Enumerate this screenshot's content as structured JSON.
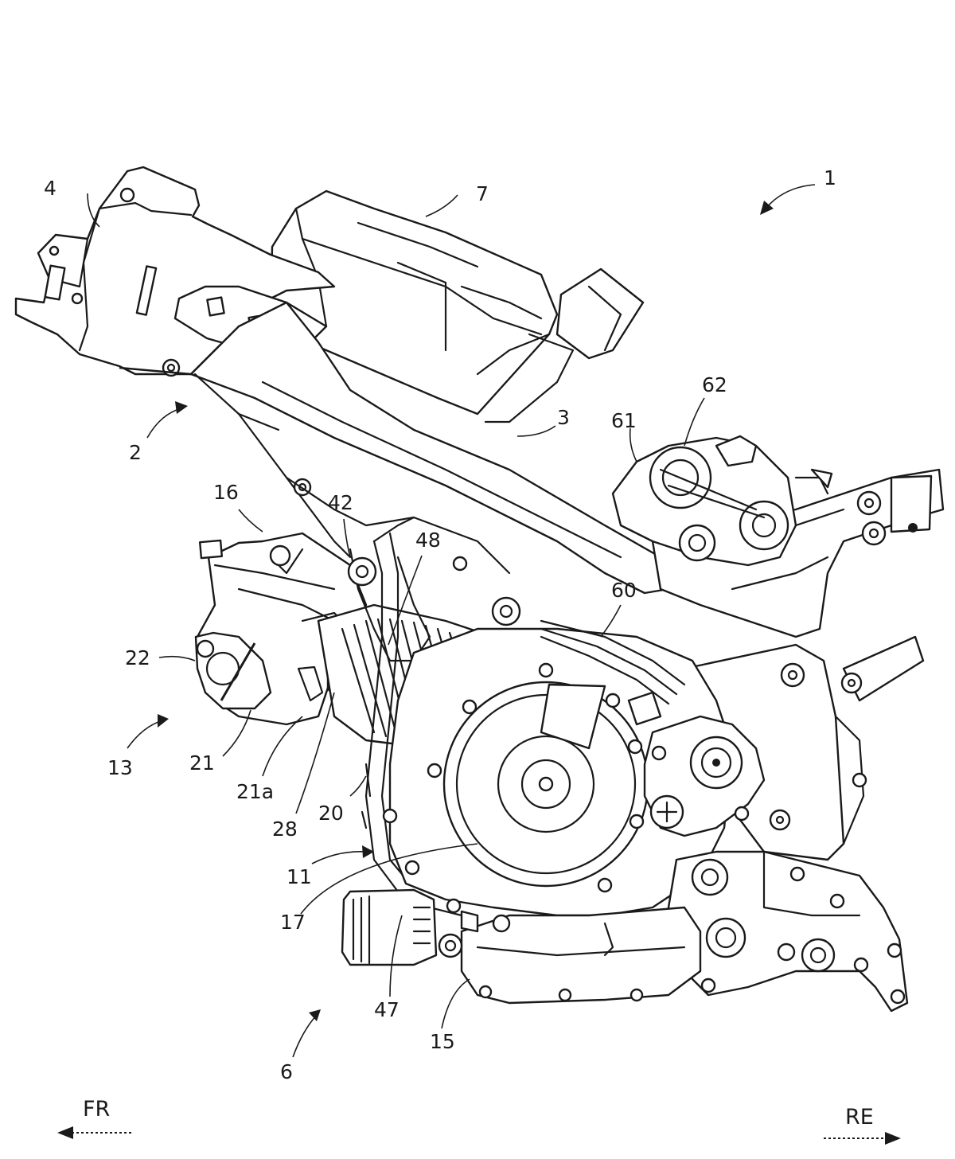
{
  "reference_numerals": {
    "vehicle": "1",
    "frame": "2",
    "main_frame": "3",
    "head_pipe": "4",
    "power_unit": "6",
    "air_cleaner": "7",
    "engine": "11",
    "exhaust": "13",
    "crankcase": "15",
    "cylinder_head": "16",
    "generator_cover": "17",
    "cylinder": "20",
    "part_21": "21",
    "part_21a": "21a",
    "part_22": "22",
    "part_28": "28",
    "part_42": "42",
    "part_47": "47",
    "part_48": "48",
    "part_60": "60",
    "part_61": "61",
    "part_62": "62"
  },
  "directions": {
    "front": "FR",
    "rear": "RE"
  }
}
